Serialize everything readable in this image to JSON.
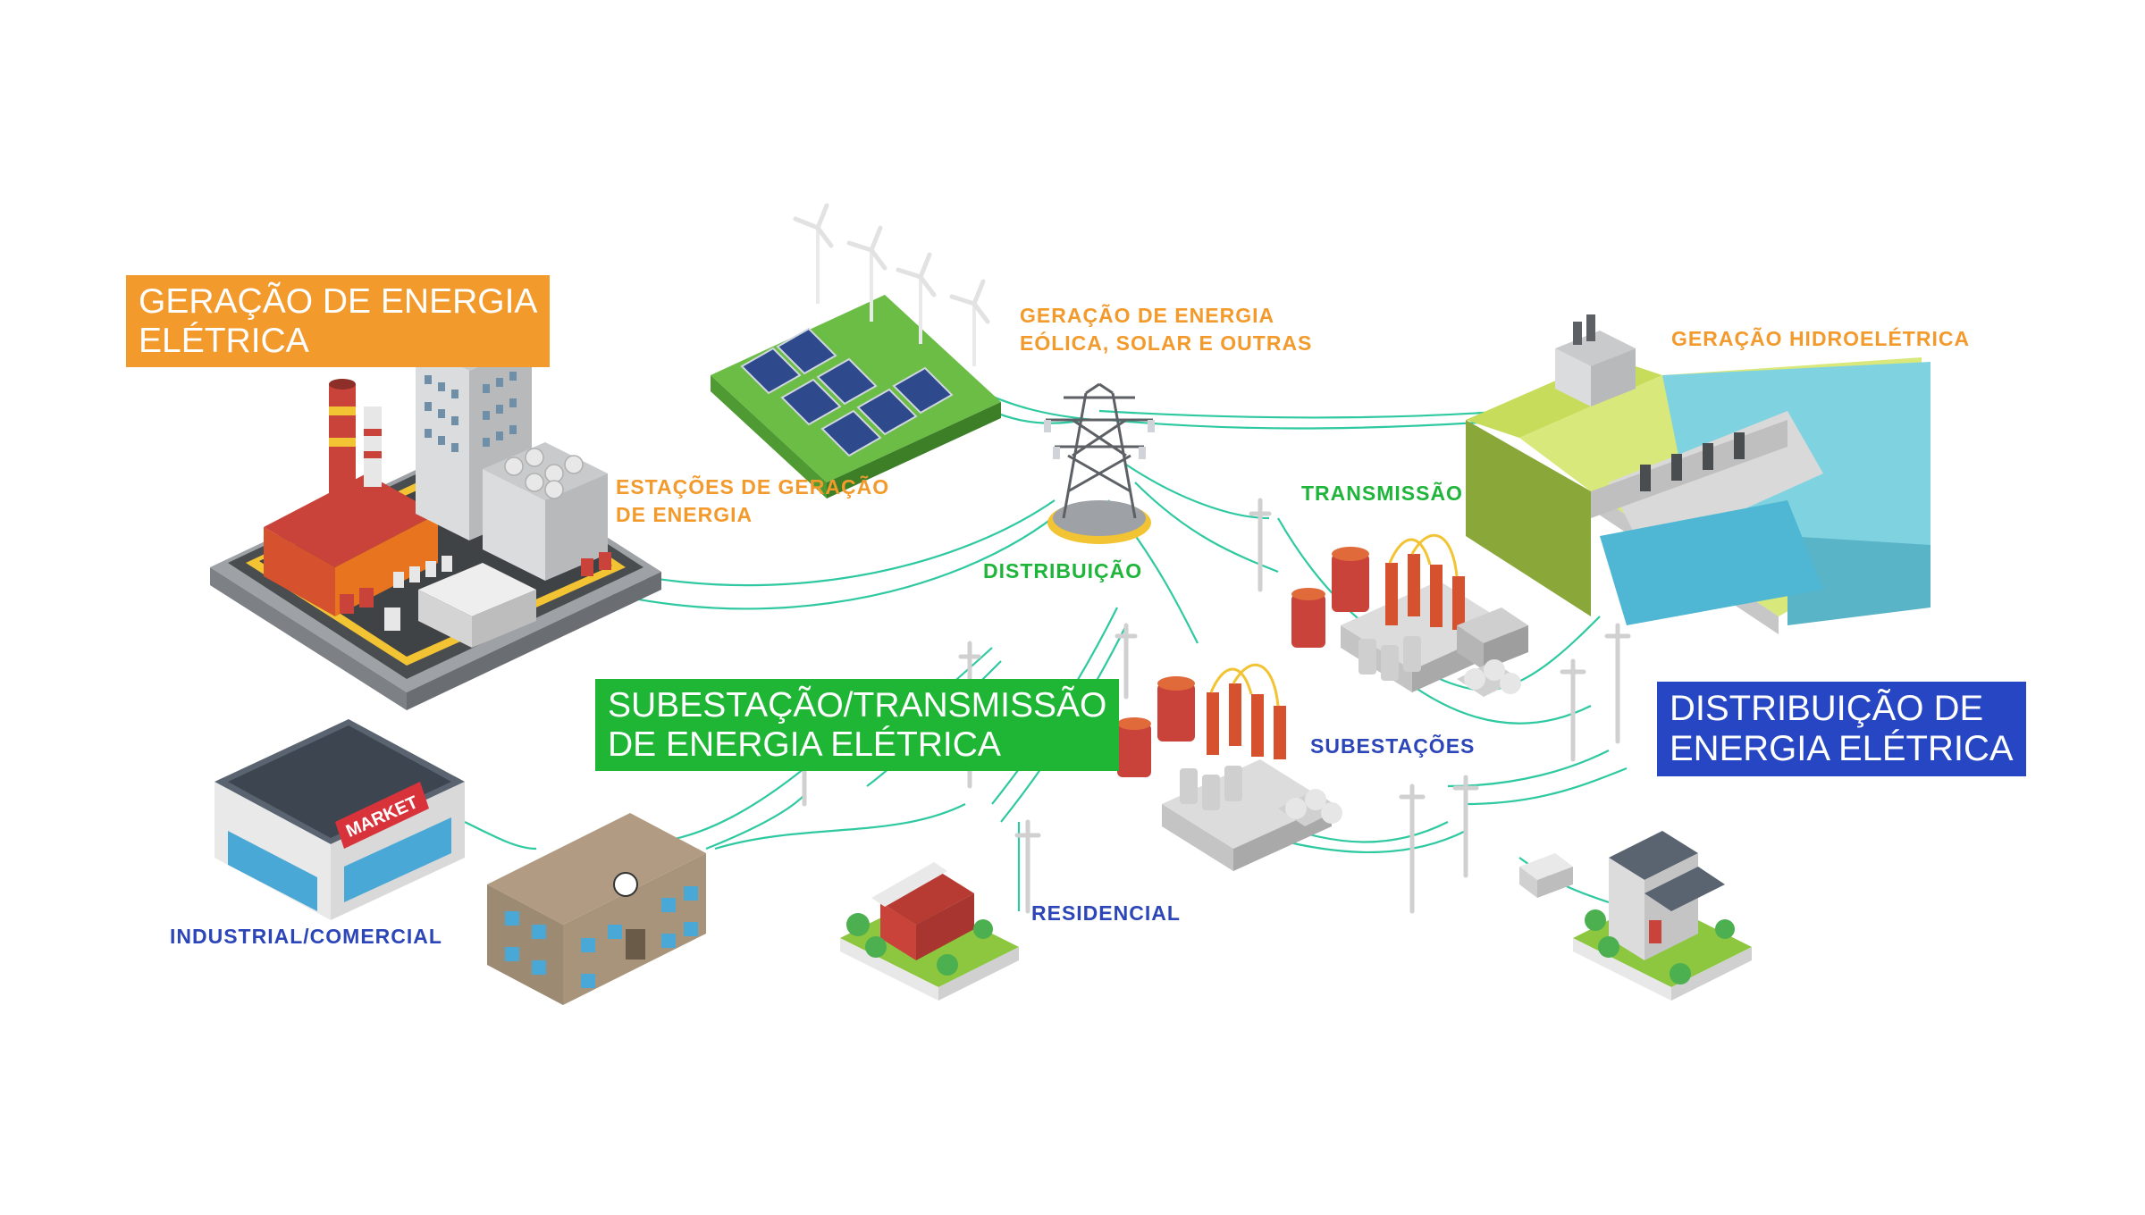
{
  "headings": {
    "generation": [
      "GERAÇÃO DE ENERGIA",
      "ELÉTRICA"
    ],
    "substation": [
      "SUBESTAÇÃO/TRANSMISSÃO",
      "DE ENERGIA ELÉTRICA"
    ],
    "distribution": [
      "DISTRIBUIÇÃO DE",
      "ENERGIA ELÉTRICA"
    ]
  },
  "labels": {
    "stations": [
      "ESTAÇÕES DE GERAÇÃO",
      "DE ENERGIA"
    ],
    "wind_solar": [
      "GERAÇÃO DE ENERGIA",
      "EÓLICA, SOLAR E OUTRAS"
    ],
    "hydro": "GERAÇÃO HIDROELÉTRICA",
    "transmission": "TRANSMISSÃO",
    "distribution": "DISTRIBUIÇÃO",
    "substations": "SUBESTAÇÕES",
    "residential": "RESIDENCIAL",
    "industrial": "INDUSTRIAL/COMERCIAL"
  },
  "illustration": {
    "market_sign": "MARKET"
  },
  "colors": {
    "orange": "#f39a2d",
    "green": "#20b635",
    "blue": "#2646c3",
    "wire": "#2ec9a0"
  }
}
